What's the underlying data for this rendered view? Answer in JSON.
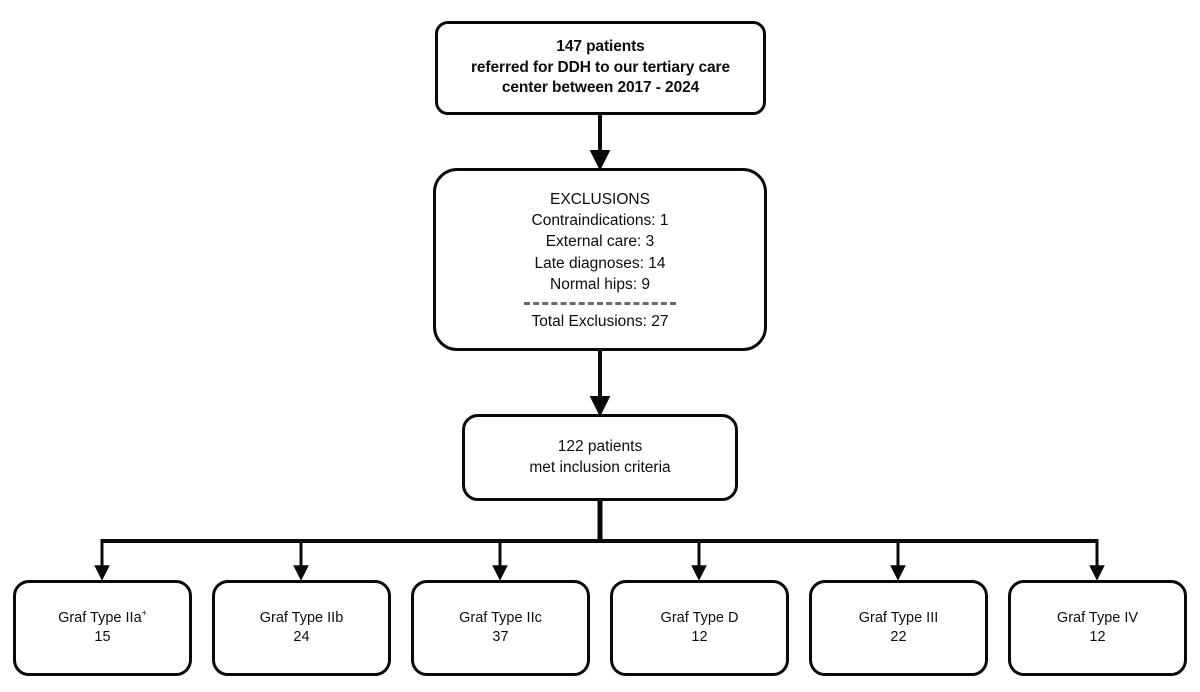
{
  "diagram": {
    "title": "DDH patient referral and Graf classification flow",
    "type": "flowchart",
    "stroke_color": "#0a0a0a",
    "background_color": "#ffffff",
    "divider_color": "#6a6a6a"
  },
  "cohort": {
    "line1": "147 patients",
    "line2": "referred for DDH to our tertiary care",
    "line3": "center between 2017 - 2024",
    "count": 147,
    "year_start": 2017,
    "year_end": 2024
  },
  "exclusions": {
    "heading": "EXCLUSIONS",
    "items": [
      {
        "label": "Contraindications: 1",
        "name": "Contraindications",
        "value": 1
      },
      {
        "label": "External care: 3",
        "name": "External care",
        "value": 3
      },
      {
        "label": "Late diagnoses: 14",
        "name": "Late diagnoses",
        "value": 14
      },
      {
        "label": "Normal hips: 9",
        "name": "Normal hips",
        "value": 9
      }
    ],
    "total_label": "Total Exclusions: 27",
    "total_value": 27
  },
  "included": {
    "line1": "122 patients",
    "line2": "met inclusion criteria",
    "count": 122
  },
  "graf_types": [
    {
      "label": "Graf Type IIa",
      "superscript": "+",
      "count": "15",
      "value": 15
    },
    {
      "label": "Graf Type IIb",
      "superscript": "",
      "count": "24",
      "value": 24
    },
    {
      "label": "Graf Type IIc",
      "superscript": "",
      "count": "37",
      "value": 37
    },
    {
      "label": "Graf Type D",
      "superscript": "",
      "count": "12",
      "value": 12
    },
    {
      "label": "Graf Type III",
      "superscript": "",
      "count": "22",
      "value": 22
    },
    {
      "label": "Graf Type IV",
      "superscript": "",
      "count": "12",
      "value": 12
    }
  ]
}
